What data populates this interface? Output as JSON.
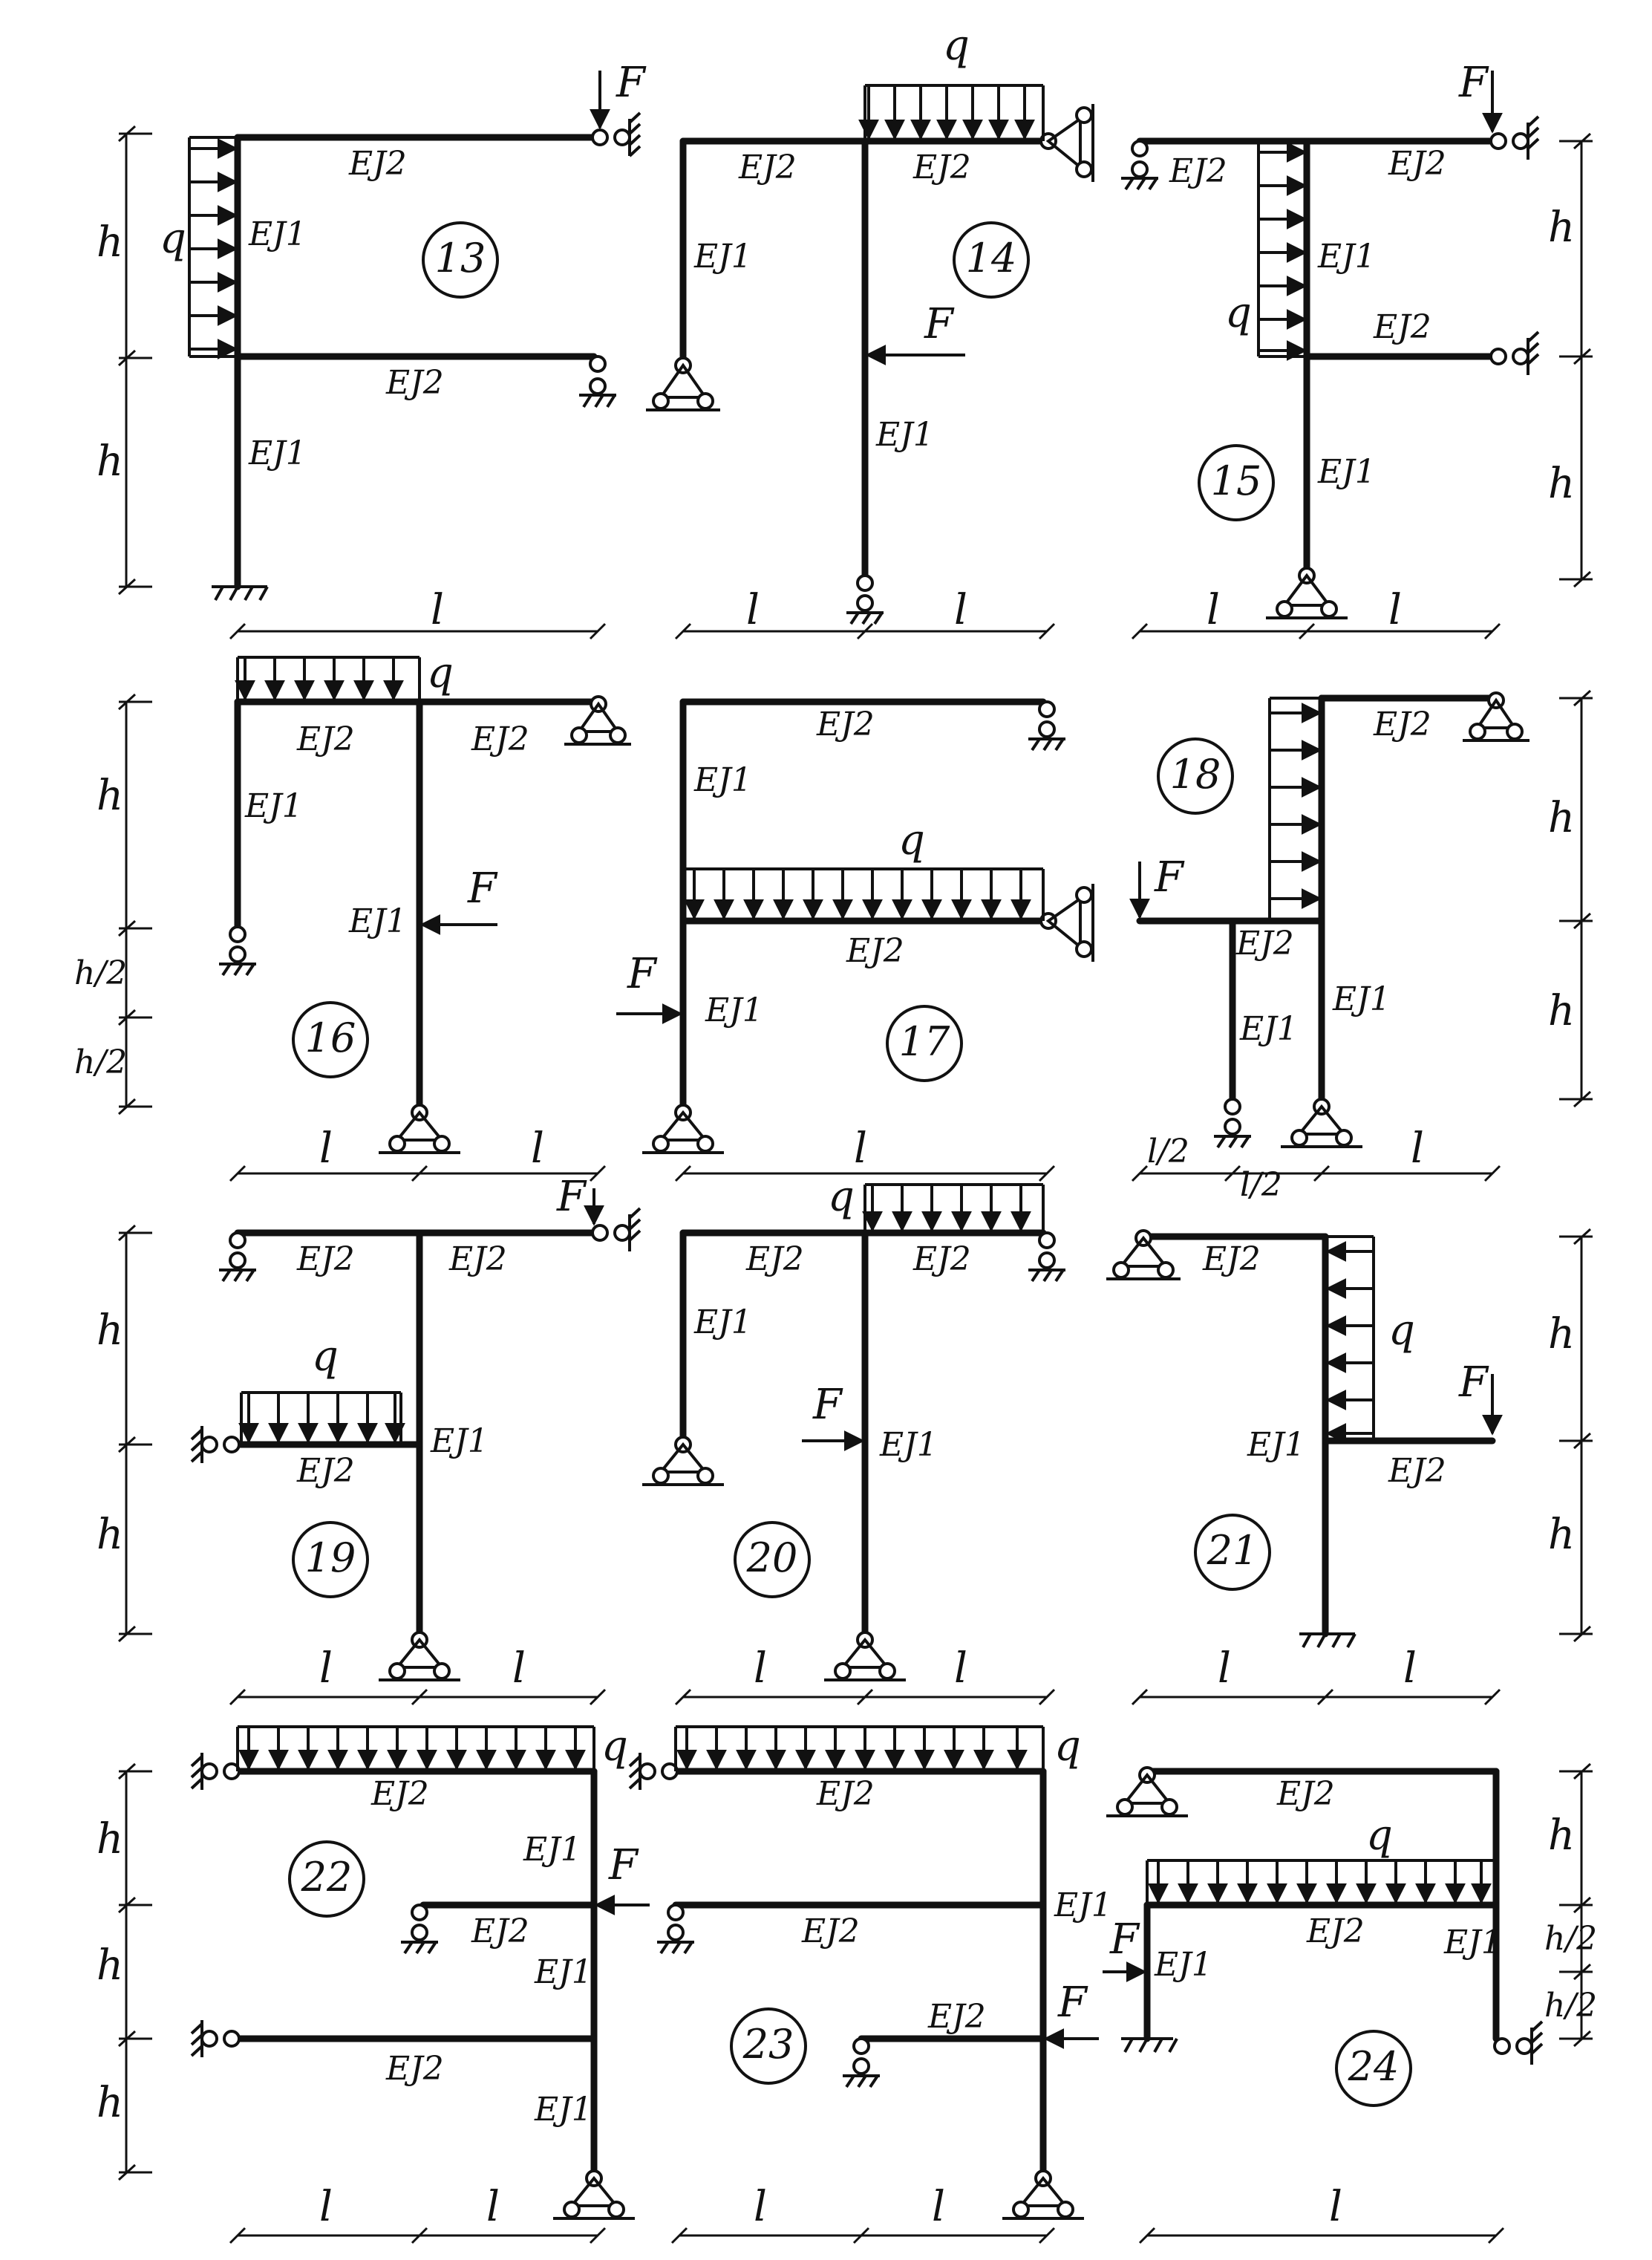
{
  "labels": {
    "F": "F",
    "q": "q",
    "h": "h",
    "h_half": "h/2",
    "l": "l",
    "l_half": "l/2",
    "EJ1": "EJ1",
    "EJ2": "EJ2"
  },
  "schemes": [
    "13",
    "14",
    "15",
    "16",
    "17",
    "18",
    "19",
    "20",
    "21",
    "22",
    "23",
    "24"
  ],
  "colors": {
    "ink": "#111111",
    "paper": "#ffffff"
  }
}
